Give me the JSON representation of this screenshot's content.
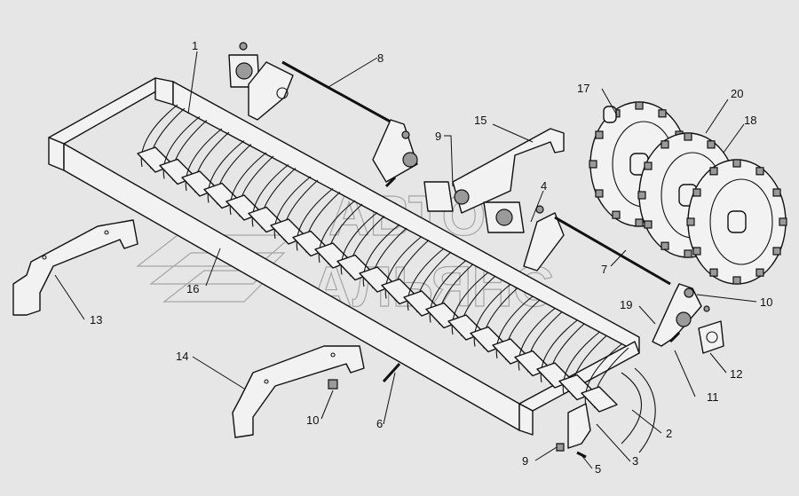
{
  "diagram": {
    "type": "exploded parts diagram",
    "watermark": {
      "line1": "АВТО",
      "line2": "АЛЬЯНС"
    },
    "callouts": [
      "1",
      "8",
      "17",
      "20",
      "18",
      "15",
      "9",
      "4",
      "16",
      "13",
      "7",
      "10",
      "19",
      "12",
      "11",
      "14",
      "10",
      "6",
      "2",
      "3",
      "9",
      "5"
    ]
  },
  "colors": {
    "background": "#e6e6e6",
    "line": "#111111",
    "watermark": "#8a8a8a"
  }
}
